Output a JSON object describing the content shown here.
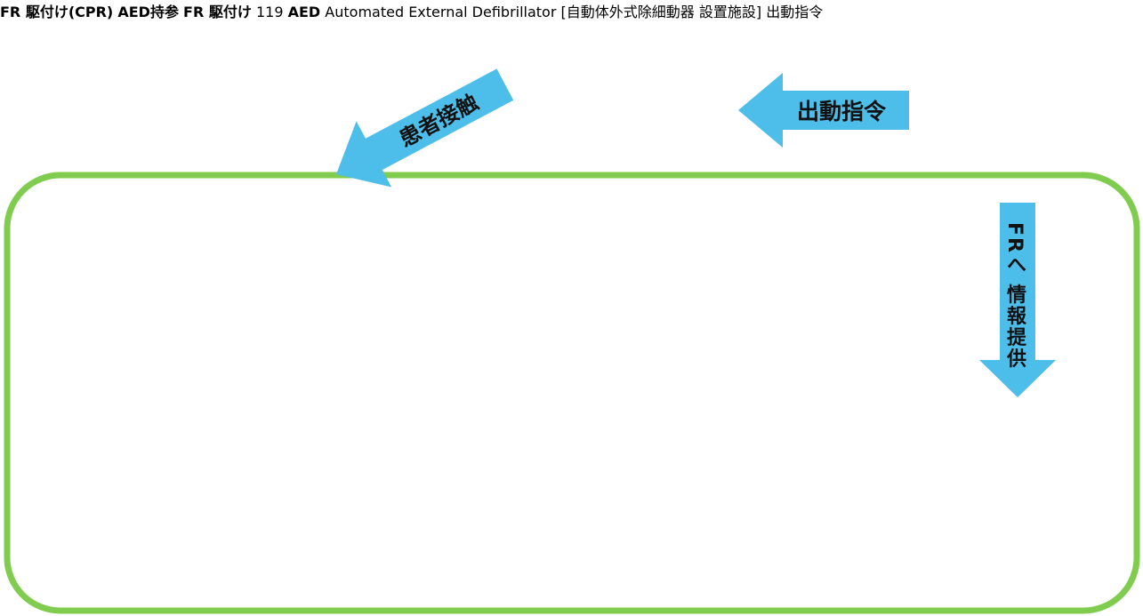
{
  "labels": {
    "dispatch_top": "出動指令",
    "patient_contact": "患者接触",
    "fr_info": "FRへ 情報提供",
    "house_dispatch": "出動指令",
    "fr_rush_cpr": "FR 駆付け(CPR)",
    "aed_bring": "AED持参",
    "fr_rush": "FR 駆付け",
    "command_number": "119",
    "aed_logo": "AED",
    "aed_sub_en": "Automated External Defibrillator",
    "aed_sub_jp": "[自動体外式除細動器 設置施設]"
  },
  "colors": {
    "arrow": "#4dbde9",
    "frame": "#80cc4f",
    "burst": "#e34a6a",
    "house_roof": "#e03a62",
    "aed_red": "#dd2a2a",
    "command_red": "#d9222b"
  }
}
